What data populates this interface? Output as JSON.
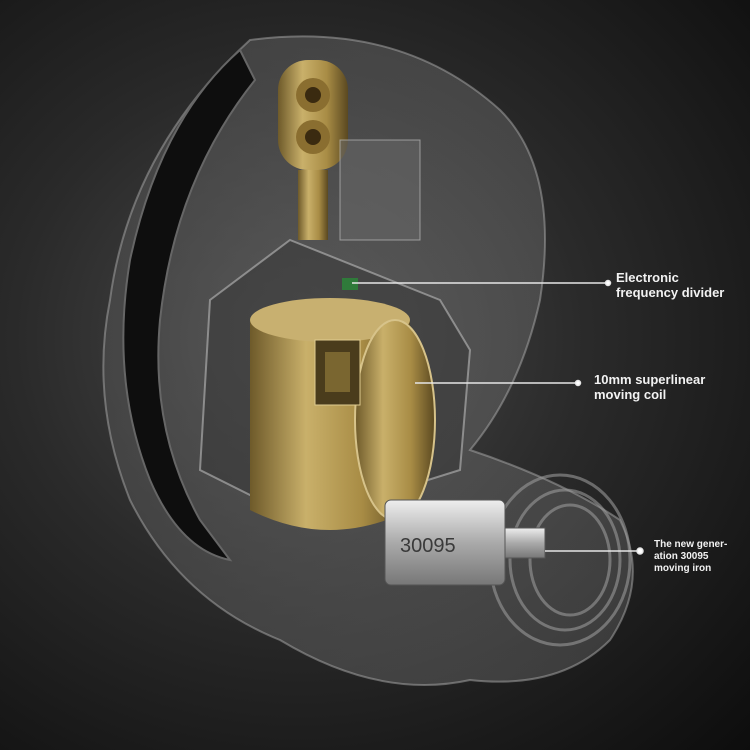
{
  "callouts": [
    {
      "lines": [
        "Electronic",
        "frequency divider"
      ]
    },
    {
      "lines": [
        "10mm superlinear",
        "moving coil"
      ]
    },
    {
      "lines": [
        "The new gener-",
        "ation 30095",
        "moving iron"
      ]
    }
  ],
  "component_marking": "30095",
  "colors": {
    "background": "#1a1a1a",
    "driver_gold": "#b59a52",
    "callout": "#f2f2f2"
  }
}
